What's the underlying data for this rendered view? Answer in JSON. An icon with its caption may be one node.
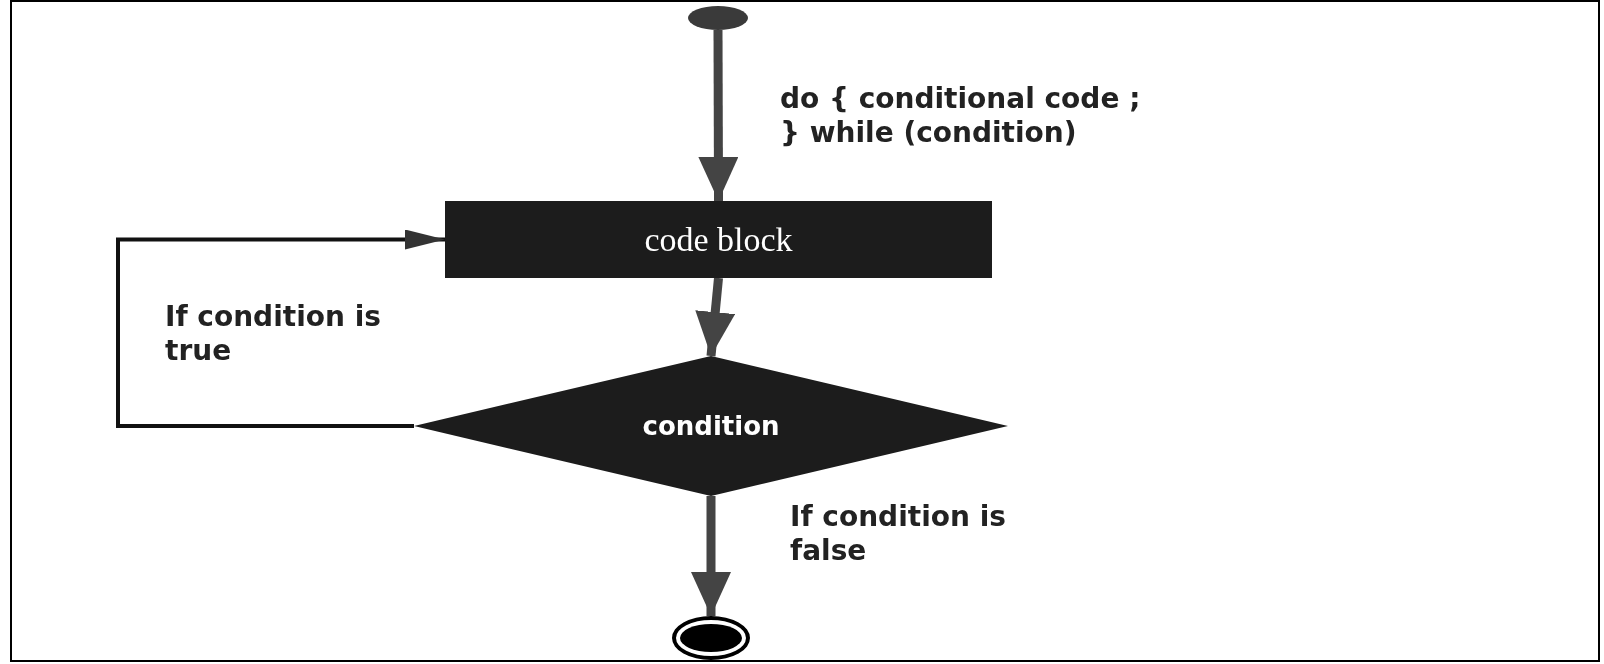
{
  "diagram": {
    "nodes": [
      {
        "text": [],
        "shape": "circle"
      },
      {
        "text": [
          "code block"
        ]
      },
      {
        "text": [
          "condition"
        ]
      },
      {
        "text": [],
        "shape": "circle"
      }
    ],
    "edges": [
      {
        "from": 0,
        "to": 1,
        "arrow": "to",
        "label": "do { conditional code ; } while (condition)"
      },
      {
        "from": 1,
        "to": 2,
        "arrow": "to"
      },
      {
        "from": 2,
        "to": 1,
        "arrow": "to",
        "label": "If condition is true",
        "color": "#111111"
      },
      {
        "from": 2,
        "to": 3,
        "arrow": "to",
        "label": "If condition is false"
      }
    ]
  }
}
